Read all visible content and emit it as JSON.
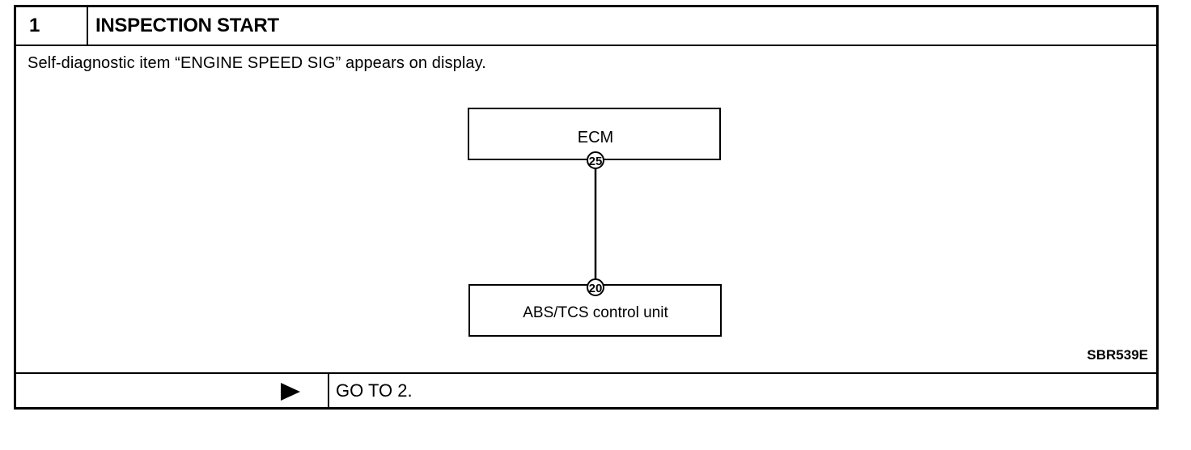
{
  "step": {
    "number": "1",
    "title": "INSPECTION START"
  },
  "description": "Self-diagnostic item “ENGINE SPEED SIG” appears on display.",
  "diagram": {
    "top_box": {
      "label": "ECM",
      "terminal": "25"
    },
    "bottom_box": {
      "label": "ABS/TCS control unit",
      "terminal": "20"
    }
  },
  "figure_code": "SBR539E",
  "result": {
    "arrow_icon": "play-arrow-icon",
    "action": "GO TO 2."
  }
}
